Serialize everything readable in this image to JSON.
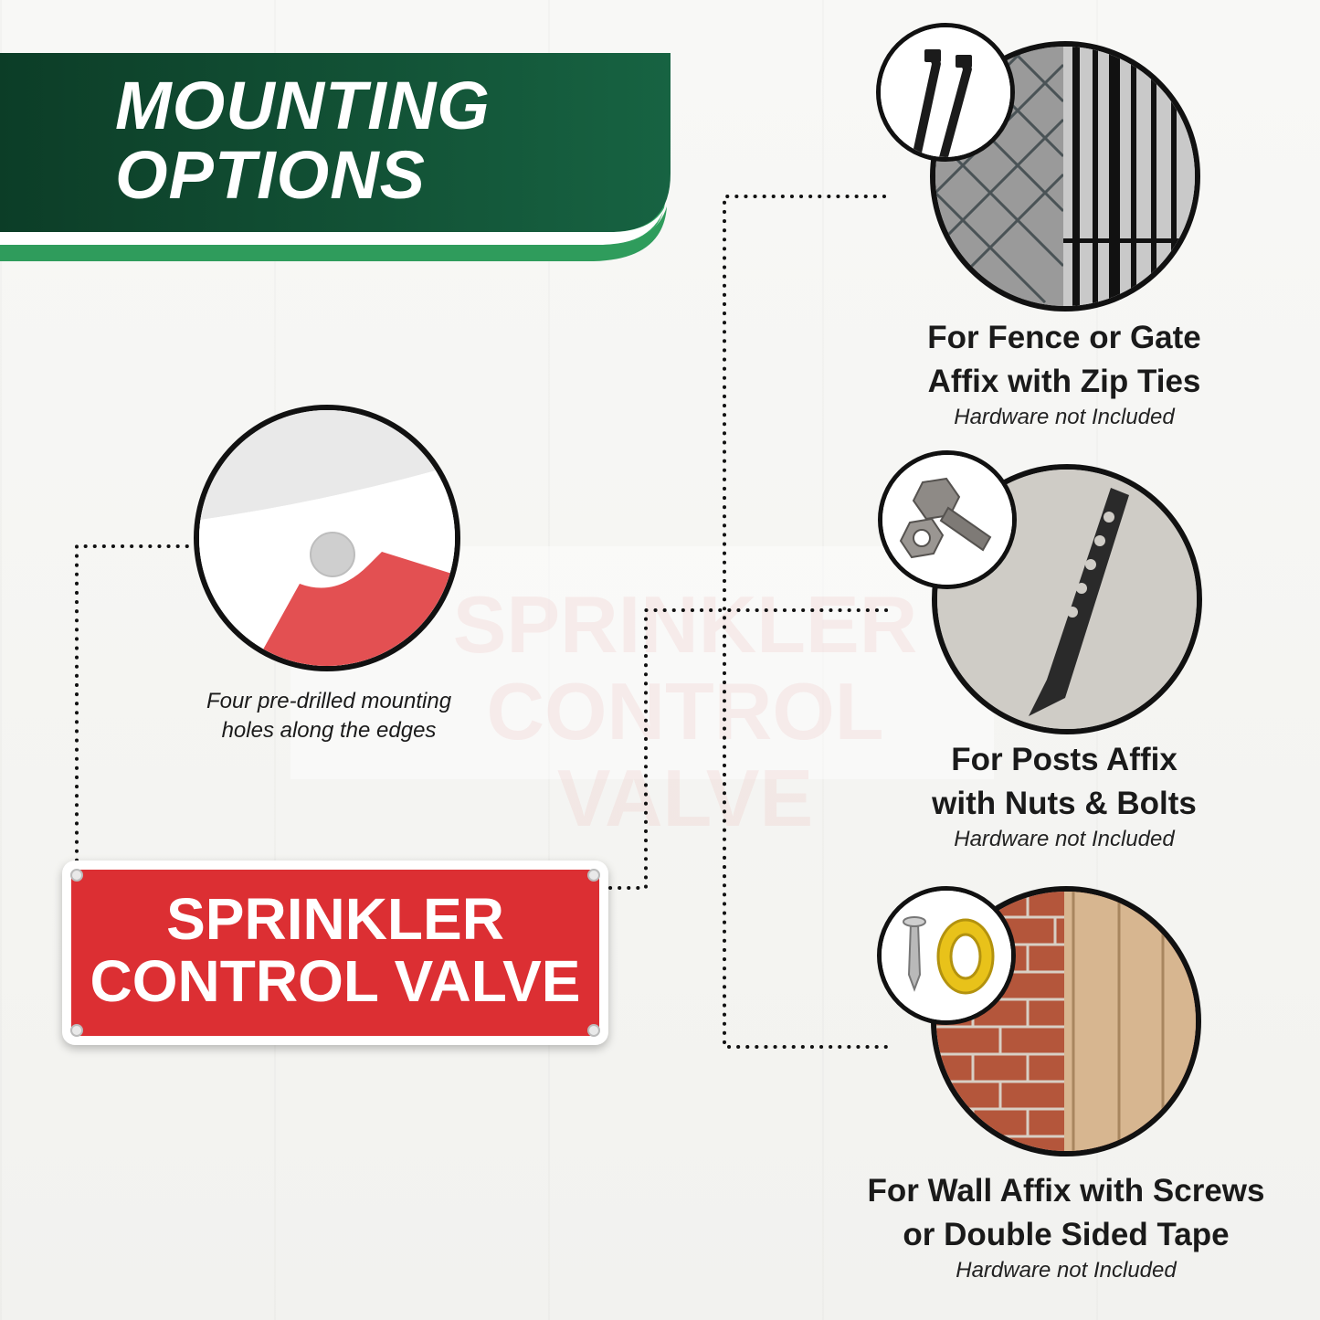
{
  "banner": {
    "title_line1": "MOUNTING",
    "title_line2": "OPTIONS",
    "color_dark": "#0d4a30",
    "color_light": "#2e9a5f"
  },
  "holes_caption": {
    "line1": "Four pre-drilled mounting",
    "line2": "holes along the edges"
  },
  "sign": {
    "line1": "SPRINKLER",
    "line2": "CONTROL VALVE",
    "color": "#dc2f33"
  },
  "options": [
    {
      "line1": "For Fence or Gate",
      "line2": "Affix with Zip Ties",
      "note": "Hardware not Included",
      "icon": "zip-ties-icon"
    },
    {
      "line1": "For Posts Affix",
      "line2": "with Nuts & Bolts",
      "note": "Hardware not Included",
      "icon": "nut-bolt-icon"
    },
    {
      "line1": "For Wall Affix with Screws",
      "line2": "or Double Sided Tape",
      "note": "Hardware not Included",
      "icon": "screw-tape-icon"
    }
  ]
}
